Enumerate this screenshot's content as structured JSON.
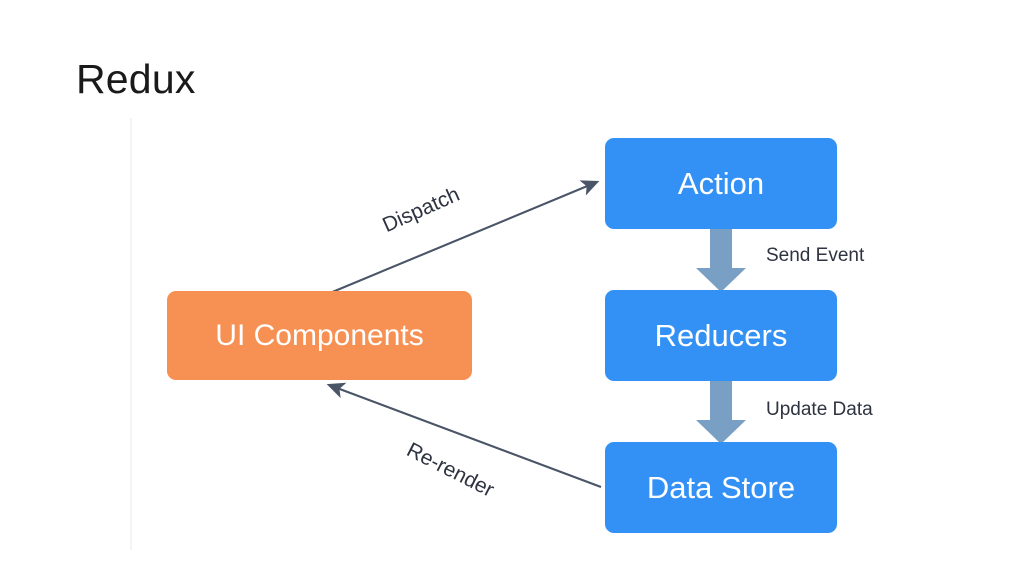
{
  "slide": {
    "title": "Redux",
    "background_color": "#ffffff",
    "title_color": "#1a1a1a"
  },
  "palette": {
    "blue": "#3391f5",
    "orange": "#f79053",
    "arrow_blue": "#7a9fc4",
    "arrow_dark": "#4a5568",
    "label_text": "#2d3340",
    "node_text": "#ffffff",
    "placeholder_rule": "#f4f4f6"
  },
  "diagram": {
    "nodes": [
      {
        "id": "action",
        "label": "Action",
        "color": "#3391f5",
        "text_color": "#ffffff"
      },
      {
        "id": "reducers",
        "label": "Reducers",
        "color": "#3391f5",
        "text_color": "#ffffff"
      },
      {
        "id": "store",
        "label": "Data Store",
        "color": "#3391f5",
        "text_color": "#ffffff"
      },
      {
        "id": "ui",
        "label": "UI Components",
        "color": "#f79053",
        "text_color": "#ffffff"
      }
    ],
    "edges": [
      {
        "id": "dispatch",
        "label": "Dispatch",
        "from": "ui",
        "to": "action",
        "style": "thin-diagonal",
        "color": "#4a5568"
      },
      {
        "id": "send-event",
        "label": "Send Event",
        "from": "action",
        "to": "reducers",
        "style": "thick-vertical",
        "color": "#7a9fc4"
      },
      {
        "id": "update-data",
        "label": "Update Data",
        "from": "reducers",
        "to": "store",
        "style": "thick-vertical",
        "color": "#7a9fc4"
      },
      {
        "id": "re-render",
        "label": "Re-render",
        "from": "store",
        "to": "ui",
        "style": "thin-diagonal",
        "color": "#4a5568"
      }
    ]
  }
}
